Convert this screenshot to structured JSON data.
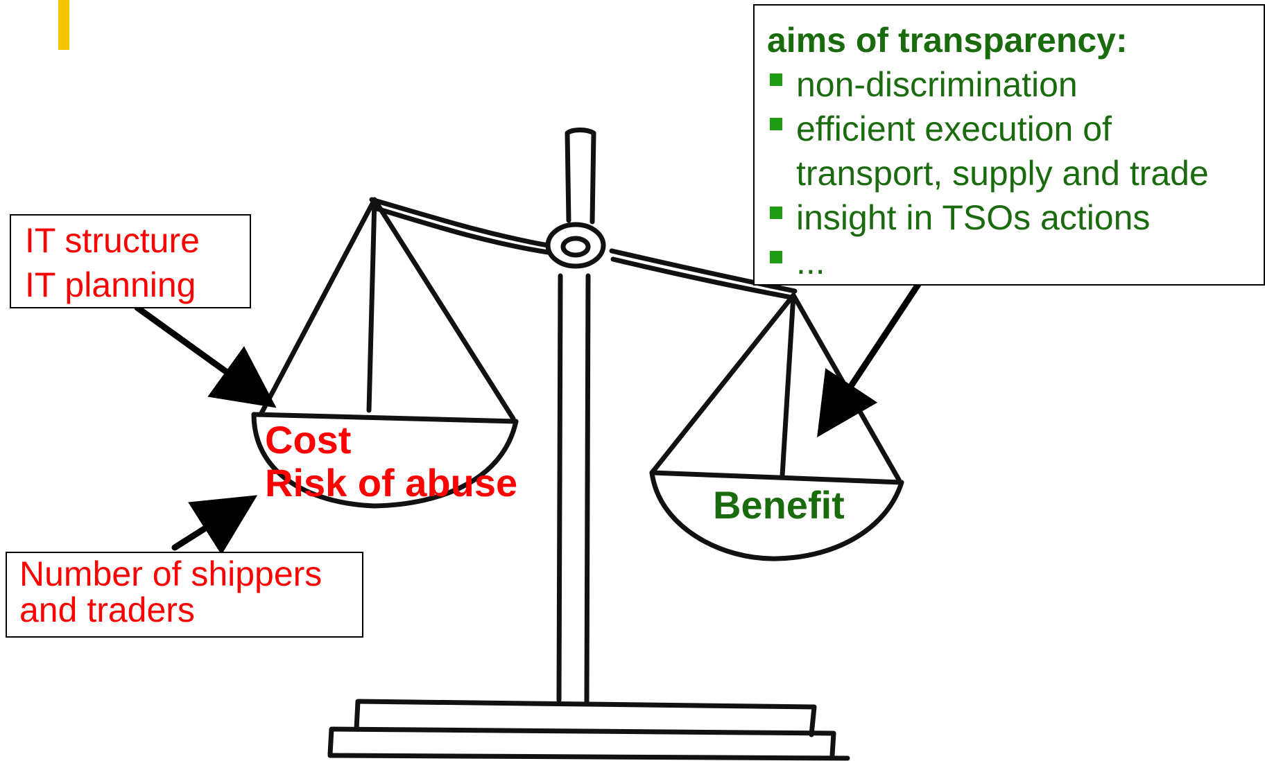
{
  "left_box": {
    "lines": [
      "IT structure",
      "IT planning"
    ],
    "color": "#ff0000"
  },
  "bottom_box": {
    "lines": [
      "Number of shippers",
      "and traders"
    ],
    "color": "#ff0000"
  },
  "aims_box": {
    "title": "aims of transparency:",
    "items": [
      [
        "non-discrimination"
      ],
      [
        "efficient execution of",
        "transport, supply and trade"
      ],
      [
        "insight in TSOs actions"
      ],
      [
        "..."
      ]
    ],
    "color": "#1a6b0e",
    "bullet_color": "#1f9a12"
  },
  "left_pan": {
    "lines": [
      "Cost",
      "Risk of abuse"
    ],
    "color": "#ff0000"
  },
  "right_pan": {
    "label": "Benefit",
    "color": "#1a6b0e"
  },
  "accent_color": "#f5c400"
}
